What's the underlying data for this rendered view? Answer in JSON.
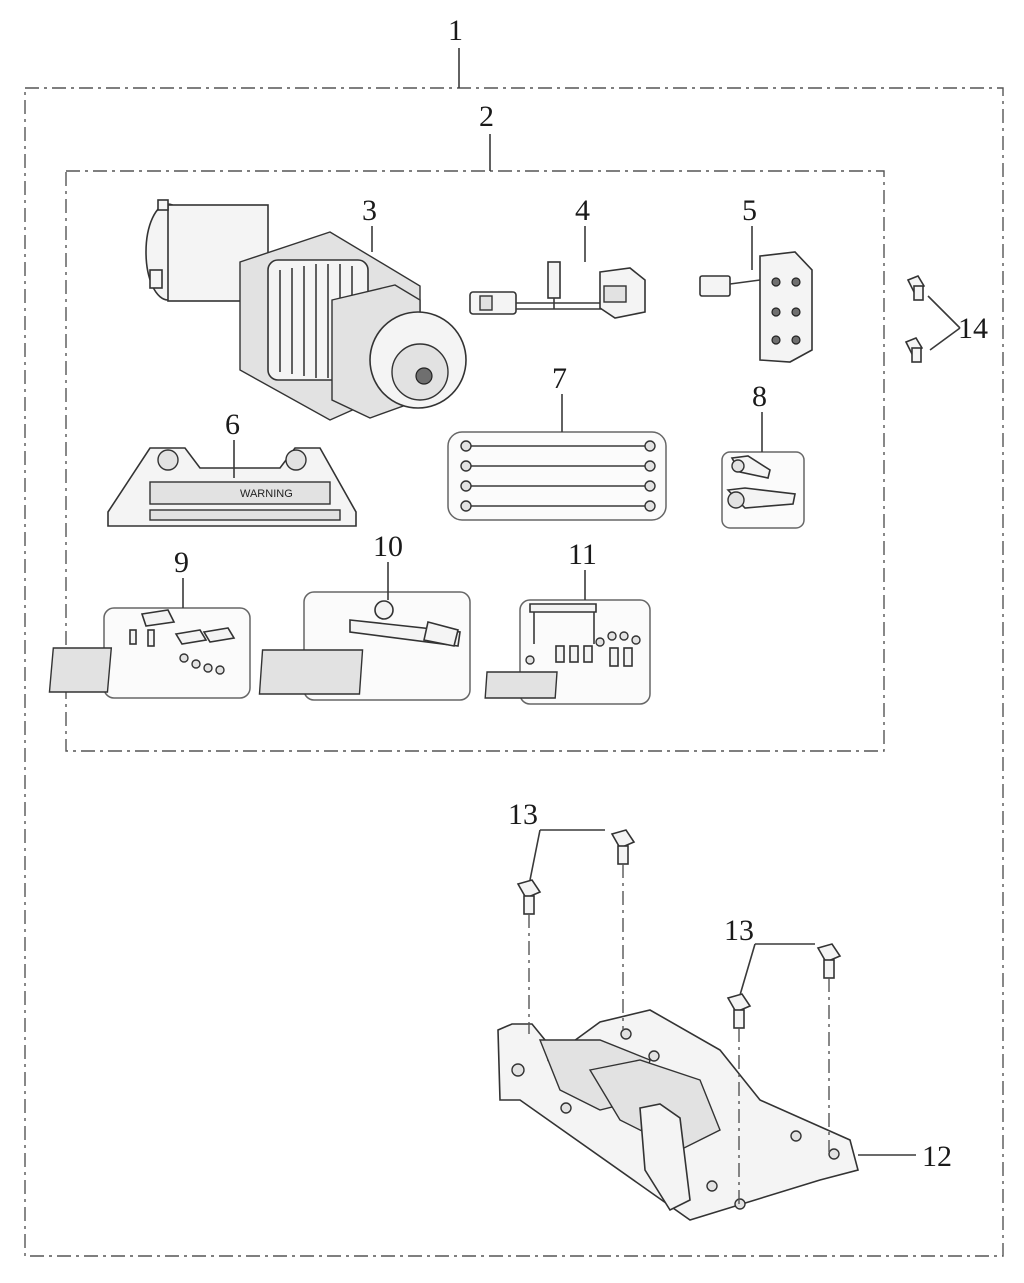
{
  "callouts": {
    "c1": "1",
    "c2": "2",
    "c3": "3",
    "c4": "4",
    "c5": "5",
    "c6": "6",
    "c7": "7",
    "c8": "8",
    "c9": "9",
    "c10": "10",
    "c11": "11",
    "c12": "12",
    "c13a": "13",
    "c13b": "13",
    "c14": "14"
  },
  "labels": {
    "warning": "WARNING"
  }
}
